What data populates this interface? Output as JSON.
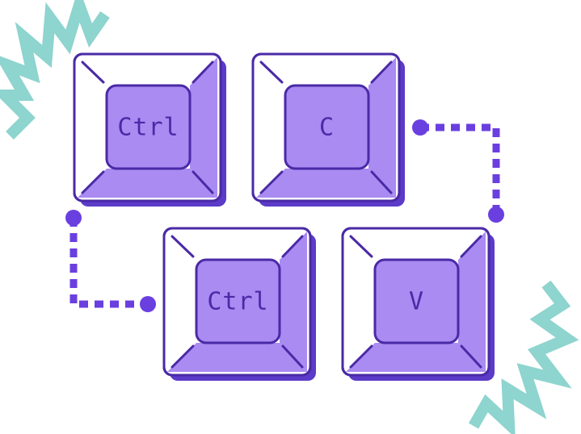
{
  "colors": {
    "key_outline": "#4A2AA6",
    "key_shadow": "#5B3BC8",
    "key_top_face": "#FFFFFF",
    "key_side_face": "#A98BF2",
    "key_cap": "#A98BF2",
    "key_label": "#4A2AA6",
    "connector": "#6A3FE0",
    "zigzag": "#8ED4CF"
  },
  "keys": [
    {
      "name": "key-ctrl-top",
      "label": "Ctrl"
    },
    {
      "name": "key-c",
      "label": "C"
    },
    {
      "name": "key-ctrl-bottom",
      "label": "Ctrl"
    },
    {
      "name": "key-v",
      "label": "V"
    }
  ],
  "decorations": {
    "zigzag_icon": "zigzag-scribble-icon",
    "connector_icon": "dotted-connector-icon"
  }
}
